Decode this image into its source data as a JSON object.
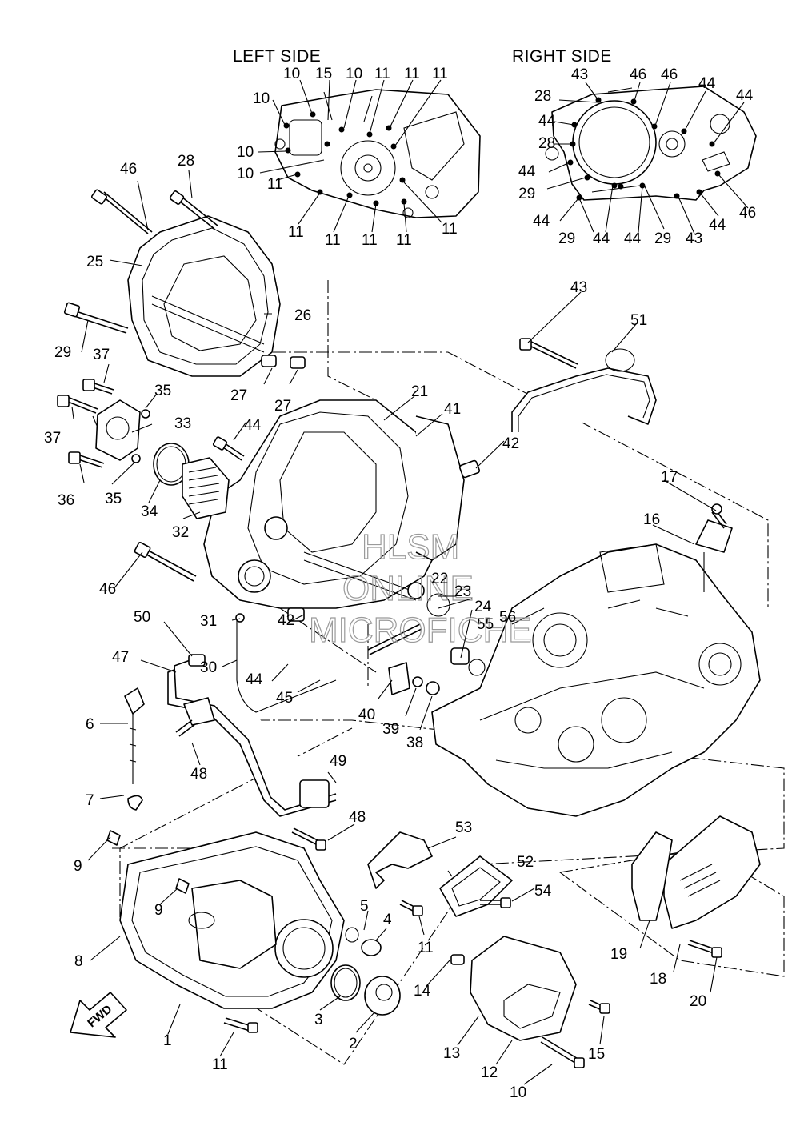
{
  "titles": {
    "left_side": "LEFT SIDE",
    "right_side": "RIGHT SIDE"
  },
  "watermark": {
    "line1": "HLSM",
    "line2": "ONLINE",
    "line3": "MICROFICHE"
  },
  "fwd_label": "FWD",
  "callouts": {
    "c1": "1",
    "c2": "2",
    "c3": "3",
    "c4": "4",
    "c5": "5",
    "c6": "6",
    "c7": "7",
    "c8": "8",
    "c9a": "9",
    "c9b": "9",
    "c10a": "10",
    "c11a": "11",
    "c11b": "11",
    "c12": "12",
    "c13": "13",
    "c14": "14",
    "c15": "15",
    "c16": "16",
    "c17": "17",
    "c18": "18",
    "c19": "19",
    "c20": "20",
    "c21": "21",
    "c22": "22",
    "c23": "23",
    "c24": "24",
    "c25": "25",
    "c26": "26",
    "c27a": "27",
    "c27b": "27",
    "c28": "28",
    "c29": "29",
    "c30": "30",
    "c31": "31",
    "c32": "32",
    "c33": "33",
    "c34": "34",
    "c35a": "35",
    "c35b": "35",
    "c36": "36",
    "c37a": "37",
    "c37b": "37",
    "c38": "38",
    "c39": "39",
    "c40": "40",
    "c41": "41",
    "c42a": "42",
    "c42b": "42",
    "c43": "43",
    "c44a": "44",
    "c44b": "44",
    "c45": "45",
    "c46a": "46",
    "c46b": "46",
    "c47": "47",
    "c48a": "48",
    "c48b": "48",
    "c49": "49",
    "c50": "50",
    "c51": "51",
    "c52": "52",
    "c53": "53",
    "c54": "54",
    "c55": "55",
    "c56": "56"
  },
  "left_inset": {
    "l1": "10",
    "l2": "15",
    "l3": "10",
    "l4": "11",
    "l5": "11",
    "l6": "11",
    "l7": "10",
    "l8": "10",
    "l9": "10",
    "l10": "11",
    "l11": "11",
    "l12": "11",
    "l13": "11",
    "l14": "11",
    "l15": "11"
  },
  "right_inset": {
    "r1": "43",
    "r2": "46",
    "r3": "46",
    "r4": "44",
    "r5": "28",
    "r6": "44",
    "r7": "44",
    "r8": "28",
    "r9": "44",
    "r10": "29",
    "r11": "44",
    "r12": "29",
    "r13": "44",
    "r14": "44",
    "r15": "29",
    "r16": "43",
    "r17": "44",
    "r18": "46"
  }
}
